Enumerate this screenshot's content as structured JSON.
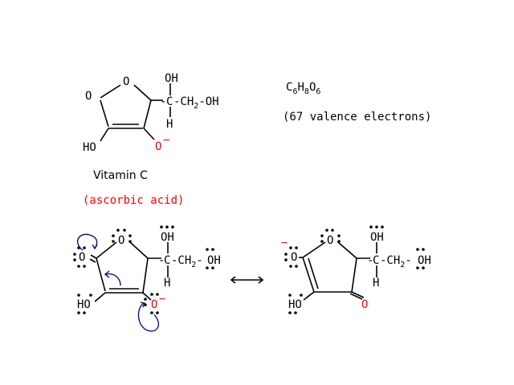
{
  "colors": {
    "ink": "#000000",
    "accent_red": "#ff0000",
    "arrow_blue": "#00008b"
  },
  "top_structure": {
    "ring_O": "O",
    "carbonyl_O": "O",
    "OH_top": "OH",
    "C_label": "C",
    "CH2_label": "-CH",
    "CH2_sub": "2",
    "chain_OH": "-OH",
    "H_label": "H",
    "HO_left": "HO",
    "O_minus": "O",
    "minus_sign": "−",
    "dash": "-"
  },
  "formula": {
    "C": "C",
    "C_sub": "6",
    "H": "H",
    "H_sub": "8",
    "O": "O",
    "O_sub": "6",
    "electrons_note": "(67 valence electrons)"
  },
  "names": {
    "common": "Vitamin C",
    "systematic": "(ascorbic acid)"
  },
  "resonance": {
    "left": {
      "ring_O": "O",
      "carbonyl_O": "O",
      "OH_top": "OH",
      "C_label": "C",
      "CH2_label": "-CH",
      "CH2_sub": "2",
      "chain_dash": "-",
      "chain_OH": "OH",
      "H_label": "H",
      "HO_left": "HO",
      "O_minus": "O",
      "minus_sign": "−",
      "dash": "-"
    },
    "right": {
      "ring_O": "O",
      "O_minus": "O",
      "minus_sign": "−",
      "OH_top": "OH",
      "C_label": "C",
      "CH2_label": "-CH",
      "CH2_sub": "2",
      "chain_dash": "-",
      "chain_OH": "OH",
      "H_label": "H",
      "HO_left": "HO",
      "ketone_O": "O",
      "dash": "-"
    }
  }
}
